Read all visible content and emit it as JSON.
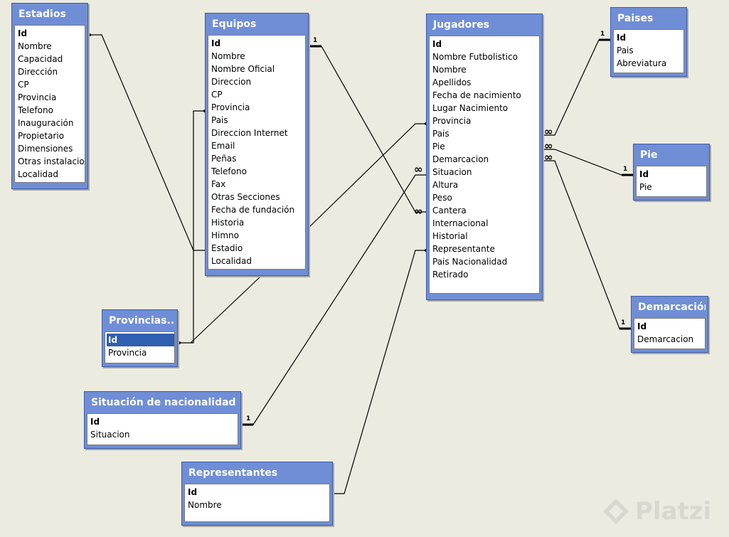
{
  "colors": {
    "canvas": "#ecebe0",
    "table_header": "#6f8ed6",
    "table_border": "#3d5aa8",
    "selected_row": "#2f5fb0",
    "line": "#000000"
  },
  "tables": {
    "estadios": {
      "title": "Estadios",
      "fields": [
        "Id",
        "Nombre",
        "Capacidad",
        "Dirección",
        "CP",
        "Provincia",
        "Telefono",
        "Inauguración",
        "Propietario",
        "Dimensiones",
        "Otras instalaciones",
        "Localidad"
      ]
    },
    "equipos": {
      "title": "Equipos",
      "fields": [
        "Id",
        "Nombre",
        "Nombre Oficial",
        "Direccion",
        "CP",
        "Provincia",
        "Pais",
        "Direccion Internet",
        "Email",
        "Peñas",
        "Telefono",
        "Fax",
        "Otras Secciones",
        "Fecha de fundación",
        "Historia",
        "Himno",
        "Estadio",
        "Localidad"
      ]
    },
    "jugadores": {
      "title": "Jugadores",
      "fields": [
        "Id",
        "Nombre Futbolistico",
        "Nombre",
        "Apellidos",
        "Fecha de nacimiento",
        "Lugar Nacimiento",
        "Provincia",
        "Pais",
        "Pie",
        "Demarcacion",
        "Situacion",
        "Altura",
        "Peso",
        "Cantera",
        "Internacional",
        "Historial",
        "Representante",
        "Pais Nacionalidad",
        "Retirado"
      ]
    },
    "paises": {
      "title": "Paises",
      "fields": [
        "Id",
        "Pais",
        "Abreviatura"
      ]
    },
    "pie": {
      "title": "Pie",
      "fields": [
        "Id",
        "Pie"
      ]
    },
    "demarcacion": {
      "title": "Demarcación",
      "fields": [
        "Id",
        "Demarcacion"
      ]
    },
    "provincias": {
      "title": "Provincias...",
      "fields": [
        "Id",
        "Provincia"
      ]
    },
    "situacion": {
      "title": "Situación de nacionalidad",
      "fields": [
        "Id",
        "Situacion"
      ]
    },
    "representantes": {
      "title": "Representantes",
      "fields": [
        "Id",
        "Nombre"
      ]
    }
  },
  "relationship_labels": {
    "one": "1",
    "many": "∞"
  },
  "watermark": "Platzi"
}
